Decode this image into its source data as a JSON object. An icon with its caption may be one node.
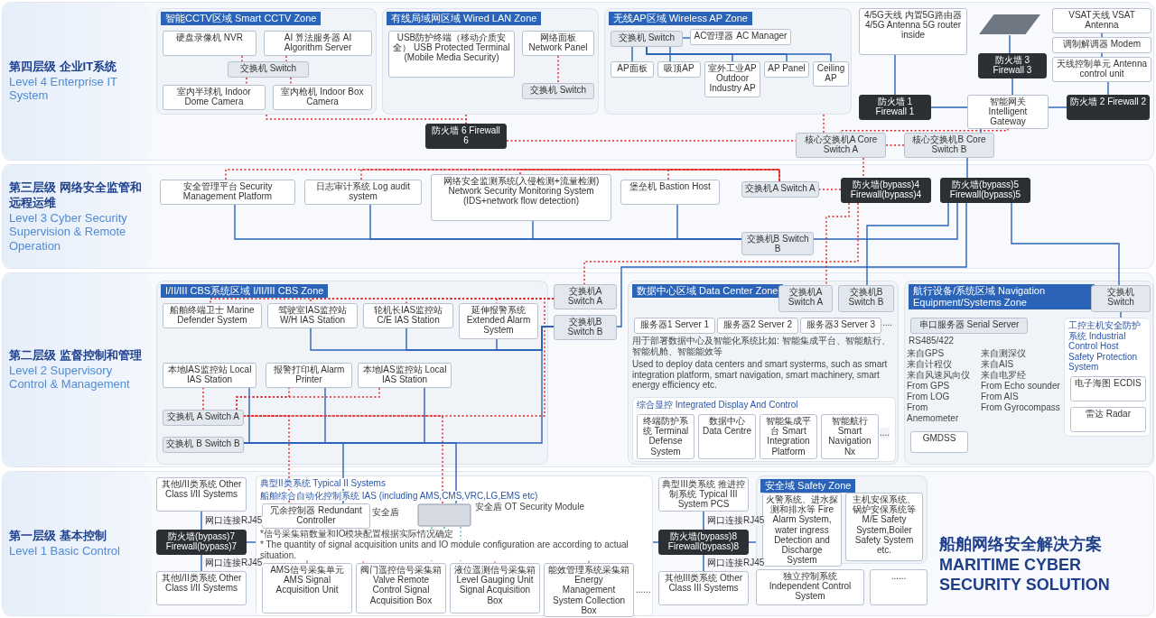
{
  "diagram": {
    "title": "船舶网络安全解决方案 MARITIME CYBER SECURITY SOLUTION",
    "nodes": [
      {
        "text": [
          "第四层级 企业IT系统",
          "Level 4 Enterprise IT System"
        ]
      },
      {
        "text": [
          "智能CCTV区域 Smart CCTV Zone"
        ],
        "in": 0
      },
      {
        "text": [
          "硬盘录像机 NVR"
        ],
        "in": 1
      },
      {
        "text": [
          "AI 算法服务器 AI Algorithm Server"
        ],
        "in": 1
      },
      {
        "text": [
          "交换机 Switch"
        ],
        "in": 1
      },
      {
        "text": [
          "室内半球机 Indoor Dome Camera"
        ],
        "in": 1
      },
      {
        "text": [
          "室内枪机 Indoor Box Camera"
        ],
        "in": 1
      },
      {
        "text": [
          "有线局域网区域 Wired LAN Zone"
        ],
        "in": 0
      },
      {
        "text": [
          "USB防护终端（移动介质安全） USB Protected Terminal (Mobile Media Security)"
        ],
        "in": 7
      },
      {
        "text": [
          "网络面板 Network Panel"
        ],
        "in": 7
      },
      {
        "text": [
          "交换机 Switch"
        ],
        "in": 7
      },
      {
        "text": [
          "无线AP区域 Wireless AP Zone"
        ],
        "in": 0
      },
      {
        "text": [
          "交换机 Switch"
        ],
        "in": 11
      },
      {
        "text": [
          "AC管理器 AC Manager"
        ],
        "in": 11
      },
      {
        "text": [
          "AP面板"
        ],
        "in": 11
      },
      {
        "text": [
          "吸顶AP"
        ],
        "in": 11
      },
      {
        "text": [
          "室外工业AP",
          "Outdoor Industry AP"
        ],
        "in": 11
      },
      {
        "text": [
          "AP Panel"
        ],
        "in": 11
      },
      {
        "text": [
          "Ceiling AP"
        ],
        "in": 11
      },
      {
        "text": [
          "防火墙 6 Firewall 6"
        ],
        "in": 0
      },
      {
        "text": [
          "4/5G天线 内置5G路由器 4/5G Antenna 5G router inside"
        ],
        "in": 0
      },
      {
        "text": [],
        "shape": "picture",
        "in": 0
      },
      {
        "text": [
          "VSAT天线 VSAT Antenna"
        ],
        "in": 0
      },
      {
        "text": [
          "调制解调器 Modem"
        ],
        "in": 0
      },
      {
        "text": [
          "天线控制单元 Antenna control unit"
        ],
        "in": 0
      },
      {
        "text": [
          "防火墙 3 Firewall 3"
        ],
        "in": 0
      },
      {
        "text": [
          "防火墙 1 Firewall 1"
        ],
        "in": 0
      },
      {
        "text": [
          "防火墙 2 Firewall 2"
        ],
        "in": 0
      },
      {
        "text": [
          "智能网关 Intelligent Gateway"
        ],
        "in": 0
      },
      {
        "text": [
          "核心交换机A Core Switch A"
        ],
        "in": 0
      },
      {
        "text": [
          "核心交换机B Core Switch B"
        ],
        "in": 0
      },
      {
        "text": [
          "第三层级 网络安全监管和远程运维",
          "Level 3 Cyber Security Supervision & Remote Operation"
        ]
      },
      {
        "text": [
          "安全管理平台 Security Management Platform"
        ],
        "in": 31
      },
      {
        "text": [
          "日志审计系统 Log audit system"
        ],
        "in": 31
      },
      {
        "text": [
          "网络安全监测系统(入侵检测+流量检测) Network Security Monitoring System (IDS+network flow detection)"
        ],
        "in": 31
      },
      {
        "text": [
          "堡垒机 Bastion Host"
        ],
        "in": 31
      },
      {
        "text": [
          "交换机A Switch A"
        ],
        "in": 31
      },
      {
        "text": [
          "交换机B Switch B"
        ],
        "in": 31
      },
      {
        "text": [
          "防火墙(bypass)4 Firewall(bypass)4"
        ],
        "in": 31
      },
      {
        "text": [
          "防火墙(bypass)5 Firewall(bypass)5"
        ],
        "in": 31
      },
      {
        "text": [
          "第二层级 监督控制和管理",
          "Level 2 Supervisory Control & Management"
        ]
      },
      {
        "text": [
          "I/II/III CBS系统区域 I/II/III CBS Zone"
        ],
        "in": 40
      },
      {
        "text": [
          "交换机A Switch A"
        ],
        "in": 40
      },
      {
        "text": [
          "交换机B Switch B"
        ],
        "in": 40
      },
      {
        "text": [
          "船舶终端卫士 Marine Defender System"
        ],
        "in": 41
      },
      {
        "text": [
          "驾驶室IAS监控站 W/H IAS Station"
        ],
        "in": 41
      },
      {
        "text": [
          "轮机长IAS监控站 C/E IAS Station"
        ],
        "in": 41
      },
      {
        "text": [
          "本地IAS监控站 Local IAS Station"
        ],
        "in": 41
      },
      {
        "text": [
          "报警打印机 Alarm Printer"
        ],
        "in": 41
      },
      {
        "text": [
          "本地IAS监控站 Local IAS Station"
        ],
        "in": 41
      },
      {
        "text": [
          "延伸报警系统 Extended Alarm System"
        ],
        "in": 41
      },
      {
        "text": [
          "交换机 A Switch A"
        ],
        "in": 41
      },
      {
        "text": [
          "交换机 B Switch B"
        ],
        "in": 41
      },
      {
        "text": [
          "数据中心区域 Data Center Zone"
        ],
        "in": 40
      },
      {
        "text": [
          "交换机A Switch A"
        ],
        "in": 53
      },
      {
        "text": [
          "交换机B Switch B"
        ],
        "in": 53
      },
      {
        "text": [
          "服务器1 Server 1"
        ],
        "in": 53
      },
      {
        "text": [
          "服务器2 Server 2"
        ],
        "in": 53
      },
      {
        "text": [
          "服务器3 Server 3"
        ],
        "in": 53
      },
      {
        "text": [
          "综合显控 Integrated Display And Control"
        ],
        "in": 53
      },
      {
        "text": [
          "终端防护系统 Terminal Defense System"
        ],
        "in": 59
      },
      {
        "text": [
          "数据中心 Data Centre"
        ],
        "in": 59
      },
      {
        "text": [
          "智能集成平台 Smart Integration Platform"
        ],
        "in": 59
      },
      {
        "text": [
          "智能航行 Smart Navigation Nx"
        ],
        "in": 59
      },
      {
        "text": [
          "航行设备/系统区域 Navigation Equipment/Systems Zone"
        ],
        "in": 40
      },
      {
        "text": [
          "交换机 Switch"
        ],
        "in": 64
      },
      {
        "text": [
          "串口服务器 Serial Server"
        ],
        "in": 64
      },
      {
        "text": [
          "工控主机安全防护系统 Industrial Control Host Safety Protection System"
        ],
        "in": 64
      },
      {
        "text": [
          "电子海图 ECDIS"
        ],
        "in": 67
      },
      {
        "text": [
          "雷达 Radar"
        ],
        "in": 67
      },
      {
        "text": [
          "GMDSS"
        ],
        "in": 64
      },
      {
        "text": [
          "第一层级 基本控制",
          "Level 1 Basic Control"
        ]
      },
      {
        "text": [
          "其他I/II类系统 Other Class I/II Systems"
        ],
        "in": 71
      },
      {
        "text": [
          "防火墙(bypass)7 Firewall(bypass)7"
        ],
        "in": 71
      },
      {
        "text": [
          "其他I/II类系统 Other Class I/II Systems"
        ],
        "in": 71
      },
      {
        "text": [
          "典型II类系统 Typical II Systems",
          "船舶综合自动化控制系统 IAS (including AMS,CMS,VRC,LG,EMS etc)"
        ],
        "in": 71
      },
      {
        "text": [
          "冗余控制器 Redundant Controller"
        ],
        "in": 75
      },
      {
        "text": [],
        "shape": "box",
        "in": 75
      },
      {
        "text": [
          "AMS信号采集单元 AMS Signal Acquisition Unit"
        ],
        "in": 75
      },
      {
        "text": [
          "阀门遥控信号采集箱 Valve Remote Control Signal Acquisition Box"
        ],
        "in": 75
      },
      {
        "text": [
          "液位遥测信号采集箱 Level Gauging Unit Signal Acquisition Box"
        ],
        "in": 75
      },
      {
        "text": [
          "能效管理系统采集箱 Energy Management System Collection Box"
        ],
        "in": 75
      },
      {
        "text": [
          "典型III类系统 推进控制系统 Typical III System PCS"
        ],
        "in": 71
      },
      {
        "text": [
          "防火墙(bypass)8 Firewall(bypass)8"
        ],
        "in": 71
      },
      {
        "text": [
          "其他III类系统 Other Class III Systems"
        ],
        "in": 71
      },
      {
        "text": [
          "安全域 Safety Zone"
        ],
        "in": 71
      },
      {
        "text": [
          "火警系统、进水探测和排水等 Fire Alarm System, water ingress Detection and Discharge System"
        ],
        "in": 85
      },
      {
        "text": [
          "主机安保系统、锅炉安保系统等 M/E Safety System,Boiler Safety System etc."
        ],
        "in": 85
      },
      {
        "text": [
          "独立控制系统 Independent Control System"
        ],
        "in": 71
      },
      {
        "text": [
          "......"
        ],
        "in": 71
      }
    ],
    "edges": [
      {
        "from": 2,
        "to": 4,
        "arrow": "none",
        "style": "dashed",
        "color": "#e02020"
      },
      {
        "from": 3,
        "to": 4,
        "arrow": "none",
        "style": "dashed",
        "color": "#e02020"
      },
      {
        "from": 4,
        "to": 5,
        "arrow": "none",
        "style": "dashed",
        "color": "#e02020"
      },
      {
        "from": 4,
        "to": 6,
        "arrow": "none",
        "style": "dashed",
        "color": "#e02020"
      },
      {
        "from": 9,
        "to": 10,
        "arrow": "none",
        "style": "dashed",
        "color": "#e02020"
      },
      {
        "from": 12,
        "to": 13,
        "arrow": "none"
      },
      {
        "from": 12,
        "to": 14,
        "arrow": "none"
      },
      {
        "from": 12,
        "to": 15,
        "arrow": "none"
      },
      {
        "from": 12,
        "to": 16,
        "arrow": "none"
      },
      {
        "from": 12,
        "to": 17,
        "arrow": "none"
      },
      {
        "from": 12,
        "to": 18,
        "arrow": "none"
      },
      {
        "from": 1,
        "to": 19,
        "arrow": "none",
        "style": "dashed",
        "color": "#e02020"
      },
      {
        "from": 7,
        "to": 19,
        "arrow": "none",
        "style": "dashed",
        "color": "#e02020"
      },
      {
        "from": 19,
        "to": 29,
        "arrow": "none",
        "style": "dashed",
        "color": "#e02020"
      },
      {
        "from": 11,
        "to": 29,
        "arrow": "none",
        "style": "dashed",
        "color": "#e02020"
      },
      {
        "from": 20,
        "to": 26,
        "arrow": "none"
      },
      {
        "from": 21,
        "to": 25,
        "arrow": "none"
      },
      {
        "from": 25,
        "to": 28,
        "arrow": "none"
      },
      {
        "from": 22,
        "to": 23,
        "arrow": "none"
      },
      {
        "from": 23,
        "to": 24,
        "arrow": "none"
      },
      {
        "from": 24,
        "to": 27,
        "arrow": "none"
      },
      {
        "from": 26,
        "to": 28,
        "arrow": "none"
      },
      {
        "from": 27,
        "to": 28,
        "arrow": "none"
      },
      {
        "from": 28,
        "to": 29,
        "arrow": "none",
        "style": "dashed",
        "color": "#e02020"
      },
      {
        "from": 28,
        "to": 30,
        "arrow": "none"
      },
      {
        "from": 29,
        "to": 30,
        "arrow": "none",
        "style": "dashed",
        "color": "#e02020"
      },
      {
        "from": 29,
        "to": 38,
        "arrow": "none",
        "style": "dashed",
        "color": "#e02020"
      },
      {
        "from": 30,
        "to": 39,
        "arrow": "none"
      },
      {
        "from": 38,
        "to": 36,
        "arrow": "none",
        "style": "dashed",
        "color": "#e02020"
      },
      {
        "from": 39,
        "to": 37,
        "arrow": "none"
      },
      {
        "from": 32,
        "to": 36,
        "arrow": "none",
        "style": "dashed",
        "color": "#e02020"
      },
      {
        "from": 33,
        "to": 36,
        "arrow": "none",
        "style": "dashed",
        "color": "#e02020"
      },
      {
        "from": 34,
        "to": 36,
        "arrow": "none",
        "style": "dashed",
        "color": "#e02020"
      },
      {
        "from": 35,
        "to": 36,
        "arrow": "none",
        "style": "dashed",
        "color": "#e02020"
      },
      {
        "from": 32,
        "to": 37,
        "arrow": "none"
      },
      {
        "from": 33,
        "to": 37,
        "arrow": "none"
      },
      {
        "from": 34,
        "to": 37,
        "arrow": "none"
      },
      {
        "from": 35,
        "to": 37,
        "arrow": "none"
      },
      {
        "from": 38,
        "to": 42,
        "arrow": "none",
        "style": "dashed",
        "color": "#e02020"
      },
      {
        "from": 39,
        "to": 43,
        "arrow": "none"
      },
      {
        "from": 38,
        "to": 54,
        "arrow": "none",
        "style": "dashed",
        "color": "#e02020"
      },
      {
        "from": 39,
        "to": 55,
        "arrow": "none"
      },
      {
        "from": 39,
        "to": 65,
        "arrow": "none"
      },
      {
        "from": 42,
        "to": 44,
        "arrow": "none",
        "style": "dashed",
        "color": "#e02020"
      },
      {
        "from": 42,
        "to": 45,
        "arrow": "none",
        "style": "dashed",
        "color": "#e02020"
      },
      {
        "from": 42,
        "to": 46,
        "arrow": "none",
        "style": "dashed",
        "color": "#e02020"
      },
      {
        "from": 42,
        "to": 50,
        "arrow": "none",
        "style": "dashed",
        "color": "#e02020"
      },
      {
        "from": 42,
        "to": 51,
        "arrow": "none",
        "style": "dashed",
        "color": "#e02020"
      },
      {
        "from": 43,
        "to": 45,
        "arrow": "none"
      },
      {
        "from": 43,
        "to": 46,
        "arrow": "none"
      },
      {
        "from": 43,
        "to": 50,
        "arrow": "none"
      },
      {
        "from": 43,
        "to": 52,
        "arrow": "none"
      },
      {
        "from": 51,
        "to": 47,
        "arrow": "none",
        "style": "dashed",
        "color": "#e02020"
      },
      {
        "from": 51,
        "to": 48,
        "arrow": "none",
        "style": "dashed",
        "color": "#e02020"
      },
      {
        "from": 51,
        "to": 49,
        "arrow": "none",
        "style": "dashed",
        "color": "#e02020"
      },
      {
        "from": 52,
        "to": 47,
        "arrow": "none"
      },
      {
        "from": 52,
        "to": 48,
        "arrow": "none"
      },
      {
        "from": 52,
        "to": 49,
        "arrow": "none"
      },
      {
        "from": 51,
        "to": 76,
        "arrow": "none",
        "style": "dashed",
        "color": "#e02020"
      },
      {
        "from": 51,
        "to": 77,
        "arrow": "none",
        "style": "dashed",
        "color": "#e02020"
      },
      {
        "from": 52,
        "to": 76,
        "arrow": "none"
      },
      {
        "from": 52,
        "to": 77,
        "arrow": "none"
      },
      {
        "from": 65,
        "to": 67,
        "arrow": "none"
      },
      {
        "from": 72,
        "to": 73,
        "arrow": "none",
        "label": "网口连接RJ45"
      },
      {
        "from": 73,
        "to": 74,
        "arrow": "none",
        "label": "网口连接RJ45"
      },
      {
        "from": 73,
        "to": 75,
        "arrow": "none"
      },
      {
        "from": 75,
        "to": 83,
        "arrow": "none"
      },
      {
        "from": 82,
        "to": 83,
        "arrow": "none",
        "label": "网口连接RJ45"
      },
      {
        "from": 83,
        "to": 84,
        "arrow": "none",
        "label": "网口连接RJ45"
      },
      {
        "from": 83,
        "to": 85,
        "arrow": "none"
      },
      {
        "from": 76,
        "to": 78,
        "arrow": "none",
        "style": "dashed",
        "color": "#f07aa0"
      },
      {
        "from": 76,
        "to": 79,
        "arrow": "none",
        "style": "dashed",
        "color": "#f07aa0"
      },
      {
        "from": 76,
        "to": 80,
        "arrow": "none",
        "style": "dashed",
        "color": "#f07aa0"
      },
      {
        "from": 76,
        "to": 81,
        "arrow": "none",
        "style": "dashed",
        "color": "#f07aa0"
      },
      {
        "from": 77,
        "to": 78,
        "arrow": "none",
        "style": "dashed",
        "color": "#5cc0d0"
      },
      {
        "from": 77,
        "to": 79,
        "arrow": "none",
        "style": "dashed",
        "color": "#5cc0d0"
      },
      {
        "from": 77,
        "to": 80,
        "arrow": "none",
        "style": "dashed",
        "color": "#5cc0d0"
      },
      {
        "from": 77,
        "to": 81,
        "arrow": "none",
        "style": "dashed",
        "color": "#5cc0d0"
      }
    ],
    "labels": [
      "....",
      "用于部署数据中心及智能化系统比如: 智能集成平台、智能航行、智能机舱、智能能效等",
      "Used to deploy data centers and smart systerms, such as smart integration platform, smart navigation, smart machinery, smart energy efficiency etc.",
      "....",
      "RS485/422",
      "来自GPS",
      "来自计程仪",
      "来自风速风向仪",
      "From GPS",
      "From LOG",
      "From Anemometer",
      "来自测深仪",
      "来自AIS",
      "来自电罗经",
      "From Echo sounder",
      "From AIS",
      "From Gyrocompass",
      "安全盾",
      "安全盾 OT Security Module",
      "*信号采集箱数量和IO模块配置根据实际情况确定",
      "* The quantity of signal acquisition units and IO module configuration are according to actual situation.",
      "......"
    ]
  }
}
